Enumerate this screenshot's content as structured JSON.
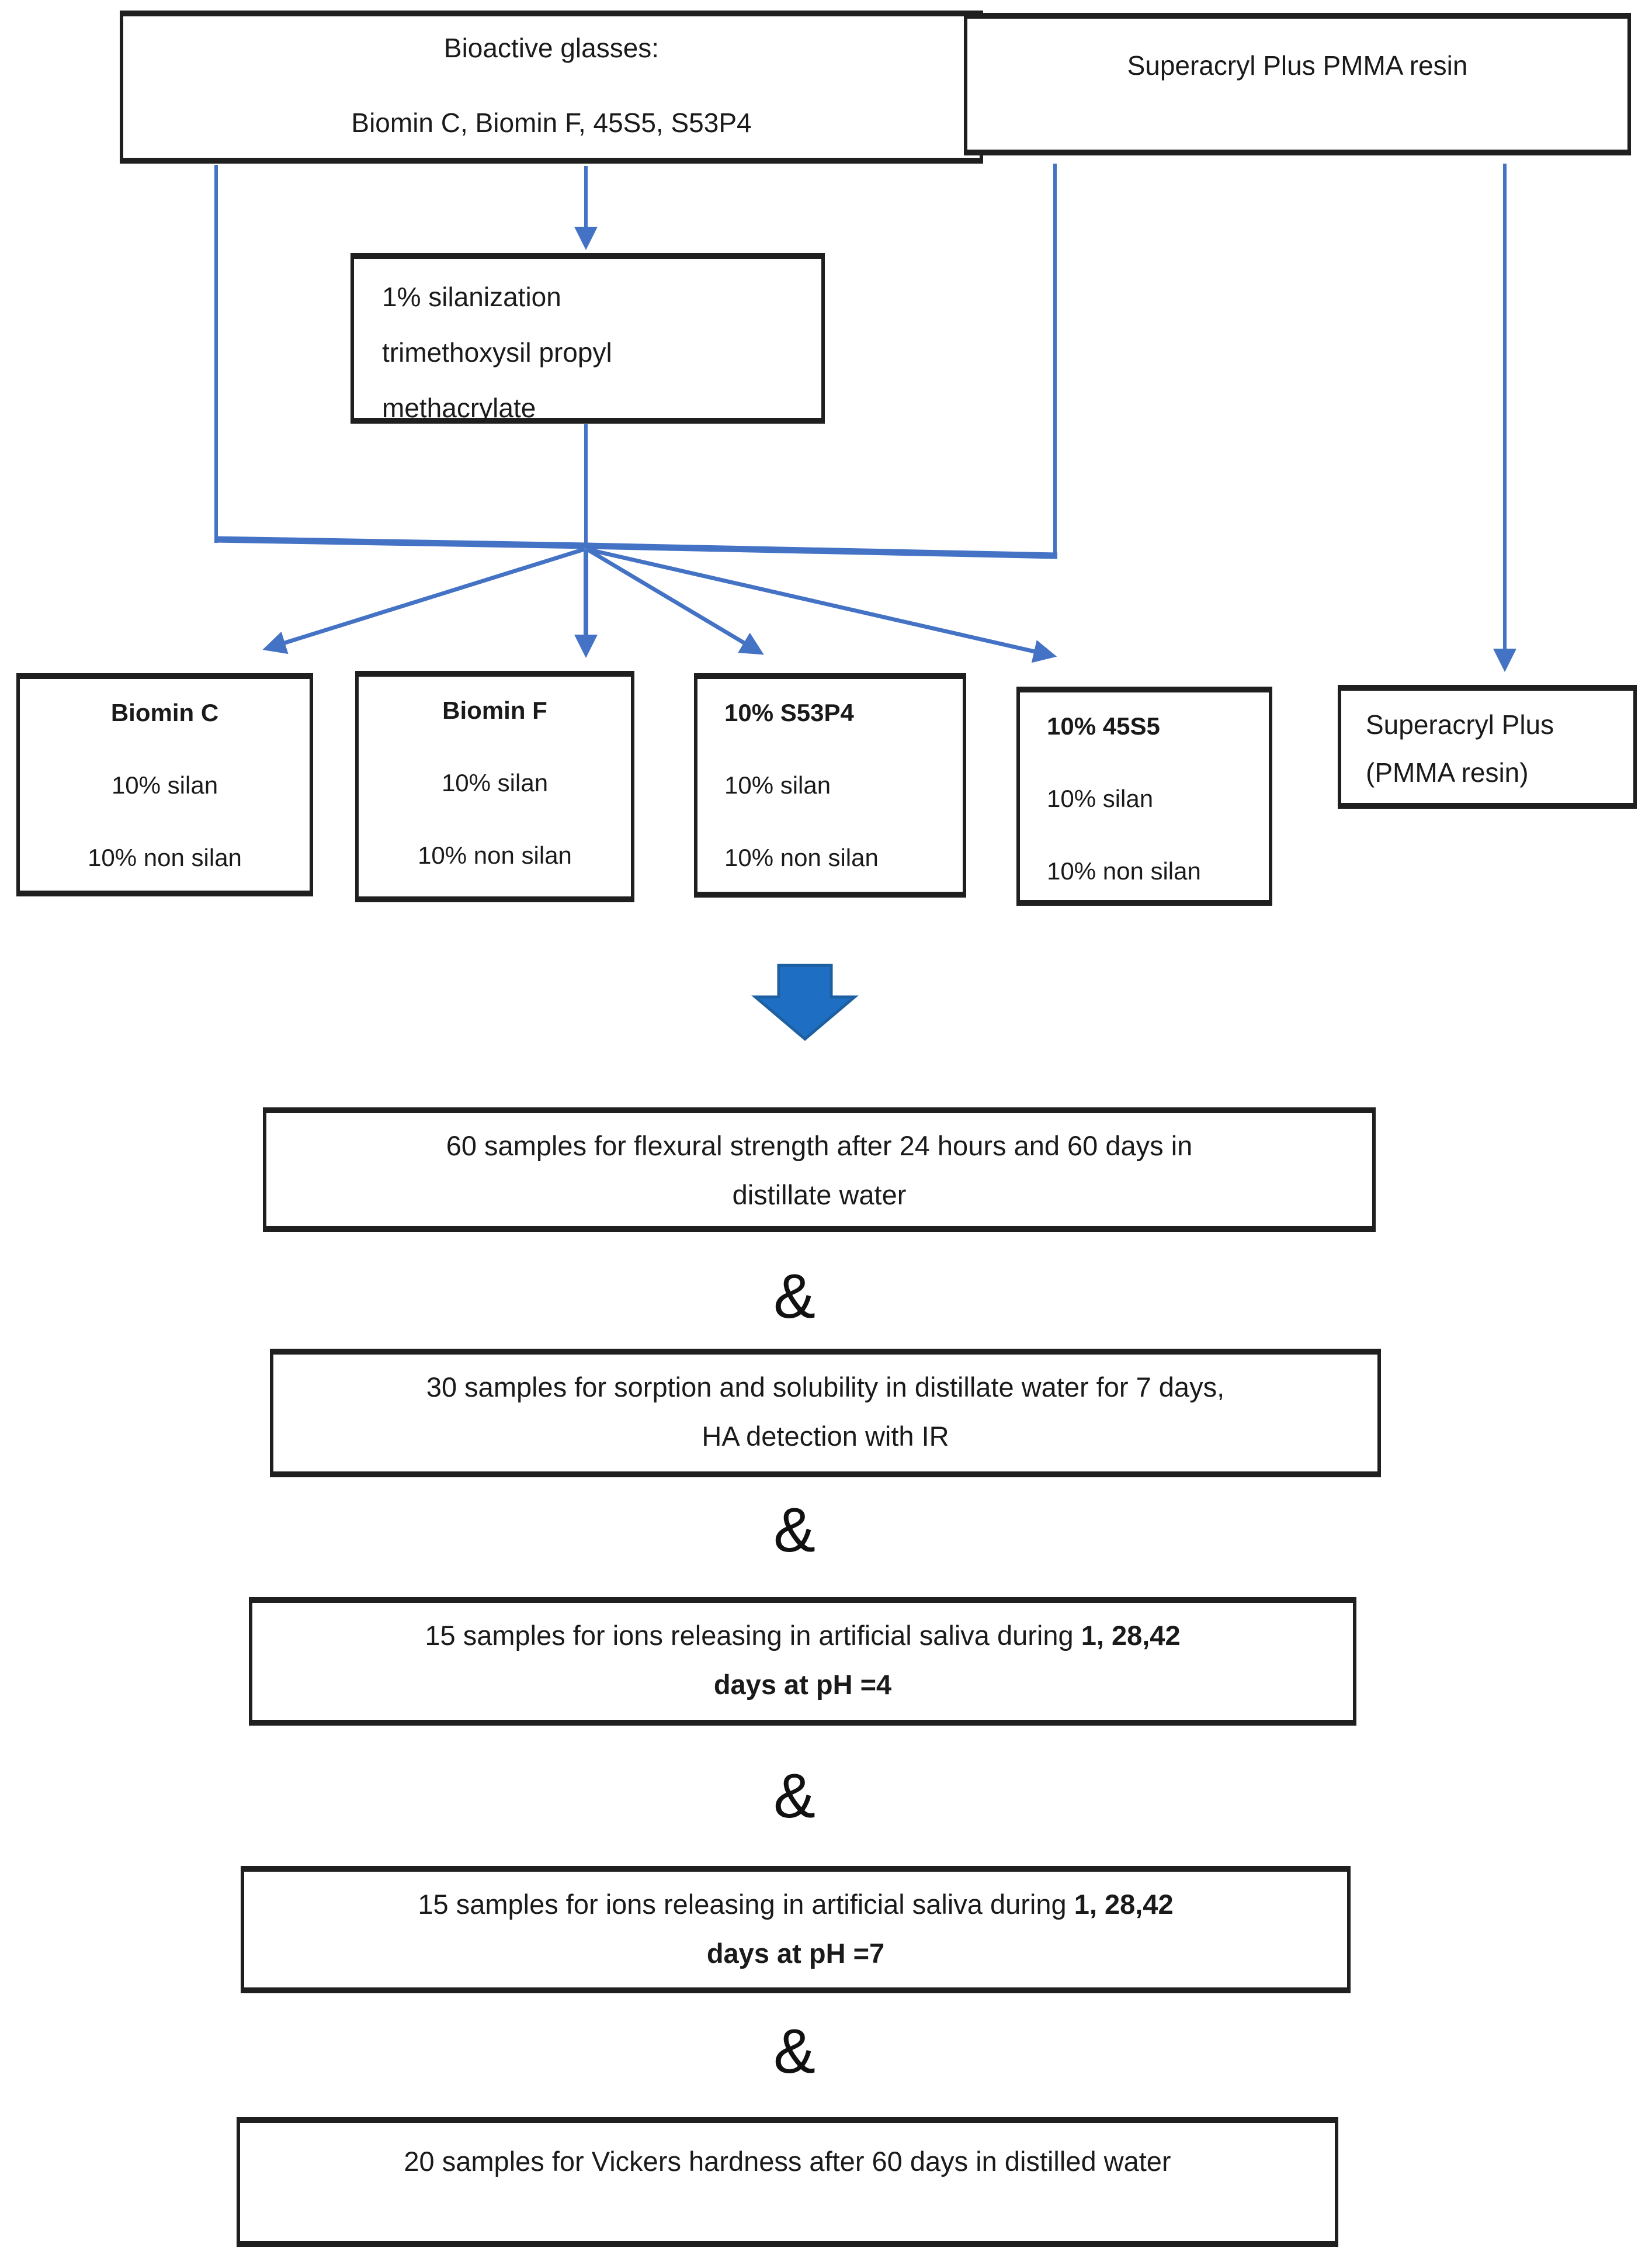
{
  "diagram": {
    "top_left_box": {
      "line1": "Bioactive glasses:",
      "line2": "Biomin C, Biomin F, 45S5, S53P4"
    },
    "top_right_box": {
      "line1": "Superacryl Plus PMMA resin"
    },
    "silanization_box": {
      "line1": "1% silanization",
      "line2": "trimethoxysil propyl",
      "line3": "methacrylate"
    },
    "material_boxes": [
      {
        "title": "Biomin C",
        "line1": "10% silan",
        "line2": "10% non silan"
      },
      {
        "title": "Biomin F",
        "line1": "10% silan",
        "line2": "10% non silan"
      },
      {
        "title": "10% S53P4",
        "line1": "10% silan",
        "line2": "10% non silan"
      },
      {
        "title": "10% 45S5",
        "line1": "10% silan",
        "line2": "10% non silan"
      }
    ],
    "pmma_box": {
      "line1": "Superacryl Plus",
      "line2": "(PMMA resin)"
    },
    "ampersand": "&",
    "sample_boxes": [
      {
        "line1": "60 samples for flexural strength after 24 hours and 60 days in",
        "line2": "distillate water"
      },
      {
        "line1": "30 samples for sorption and solubility in distillate water for 7 days,",
        "line2": "HA detection with IR"
      },
      {
        "line1_regular": "15 samples for ions releasing in artificial saliva during ",
        "line1_bold": "1, 28,42",
        "line2_bold": "days at pH =4"
      },
      {
        "line1_regular": "15 samples for ions releasing in artificial saliva during ",
        "line1_bold": "1, 28,42",
        "line2_bold": "days at pH =7"
      },
      {
        "line1": "20 samples for Vickers hardness after 60 days in distilled water"
      }
    ],
    "colors": {
      "connector_blue": "#4472C4",
      "block_arrow_fill": "#1E6FC4",
      "block_arrow_stroke": "#1D5FA0",
      "box_border": "#1f1f1f"
    }
  }
}
